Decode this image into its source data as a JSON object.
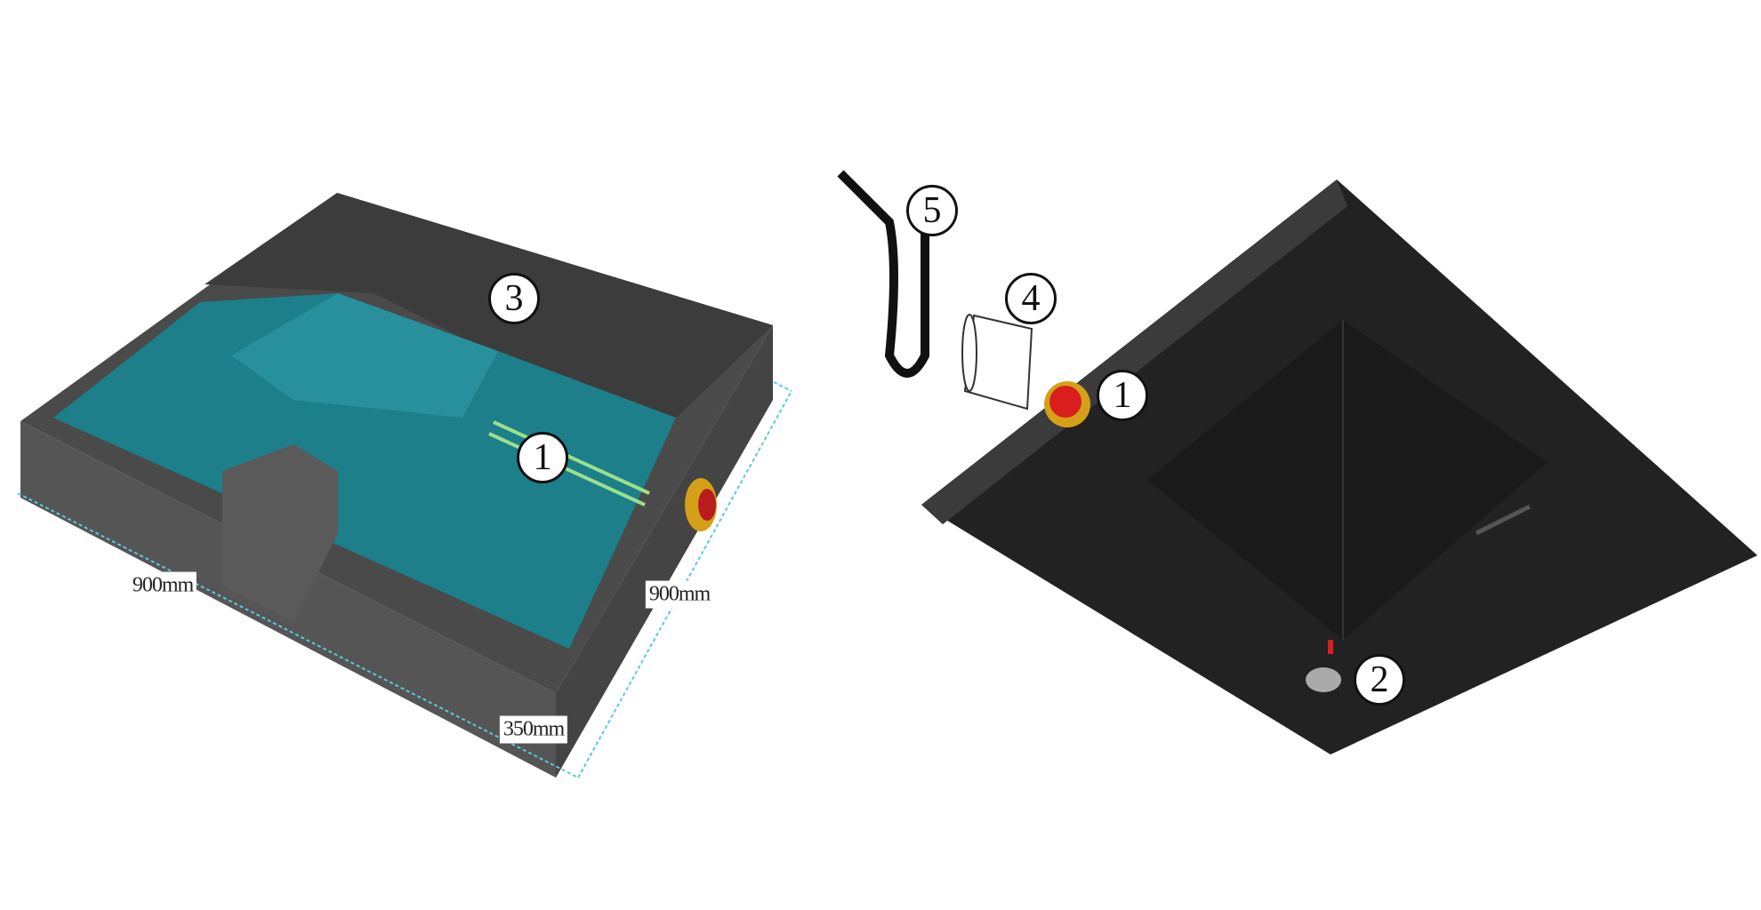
{
  "left_view": {
    "callouts": [
      "3",
      "1"
    ],
    "dimensions": {
      "width": "900mm",
      "depth": "900mm",
      "height": "350mm"
    }
  },
  "right_view": {
    "callouts": [
      "5",
      "4",
      "1",
      "2"
    ]
  },
  "colors": {
    "tank": "#3a3a3a",
    "water": "#1c7f8a",
    "dimension_line": "#5cc8e0",
    "valve": "#d81e1e",
    "fitting": "#d4a017"
  }
}
